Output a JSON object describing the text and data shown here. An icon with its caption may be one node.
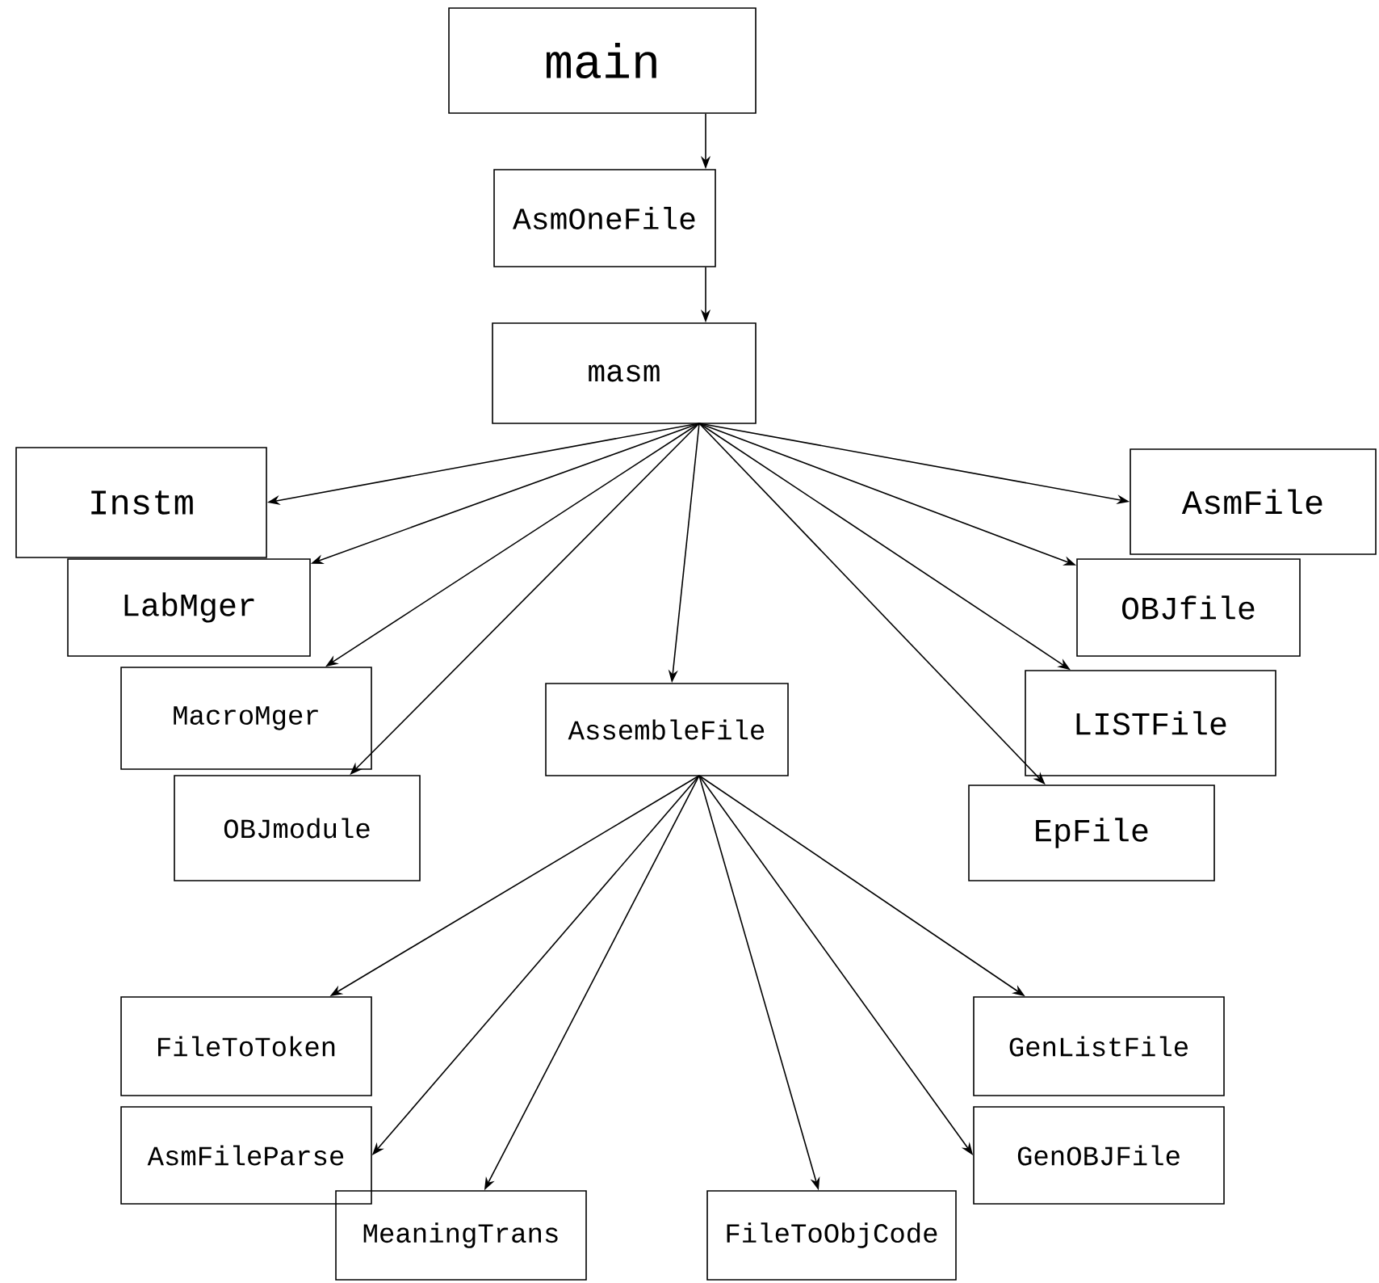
{
  "diagram": {
    "nodes": [
      {
        "text": [
          "main"
        ]
      },
      {
        "text": [
          "AsmOneFile"
        ]
      },
      {
        "text": [
          "masm"
        ]
      },
      {
        "text": [
          "Instm"
        ]
      },
      {
        "text": [
          "AsmFile"
        ]
      },
      {
        "text": [
          "LabMger"
        ]
      },
      {
        "text": [
          "OBJfile"
        ]
      },
      {
        "text": [
          "MacroMger"
        ]
      },
      {
        "text": [
          "AssembleFile"
        ]
      },
      {
        "text": [
          "LISTFile"
        ]
      },
      {
        "text": [
          "OBJmodule"
        ]
      },
      {
        "text": [
          "EpFile"
        ]
      },
      {
        "text": [
          "FileToToken"
        ]
      },
      {
        "text": [
          "GenListFile"
        ]
      },
      {
        "text": [
          "AsmFileParse"
        ]
      },
      {
        "text": [
          "GenOBJFile"
        ]
      },
      {
        "text": [
          "MeaningTrans"
        ]
      },
      {
        "text": [
          "FileToObjCode"
        ]
      }
    ],
    "edges": [
      {
        "from": 0,
        "to": 1,
        "arrow": "to"
      },
      {
        "from": 1,
        "to": 2,
        "arrow": "to"
      },
      {
        "from": 2,
        "to": 3,
        "arrow": "to"
      },
      {
        "from": 2,
        "to": 4,
        "arrow": "to"
      },
      {
        "from": 2,
        "to": 5,
        "arrow": "to"
      },
      {
        "from": 2,
        "to": 6,
        "arrow": "to"
      },
      {
        "from": 2,
        "to": 7,
        "arrow": "to"
      },
      {
        "from": 2,
        "to": 8,
        "arrow": "to"
      },
      {
        "from": 2,
        "to": 9,
        "arrow": "to"
      },
      {
        "from": 2,
        "to": 10,
        "arrow": "to"
      },
      {
        "from": 2,
        "to": 11,
        "arrow": "to"
      },
      {
        "from": 8,
        "to": 12,
        "arrow": "to"
      },
      {
        "from": 8,
        "to": 13,
        "arrow": "to"
      },
      {
        "from": 8,
        "to": 14,
        "arrow": "to"
      },
      {
        "from": 8,
        "to": 15,
        "arrow": "to"
      },
      {
        "from": 8,
        "to": 16,
        "arrow": "to"
      },
      {
        "from": 8,
        "to": 17,
        "arrow": "to"
      }
    ]
  }
}
